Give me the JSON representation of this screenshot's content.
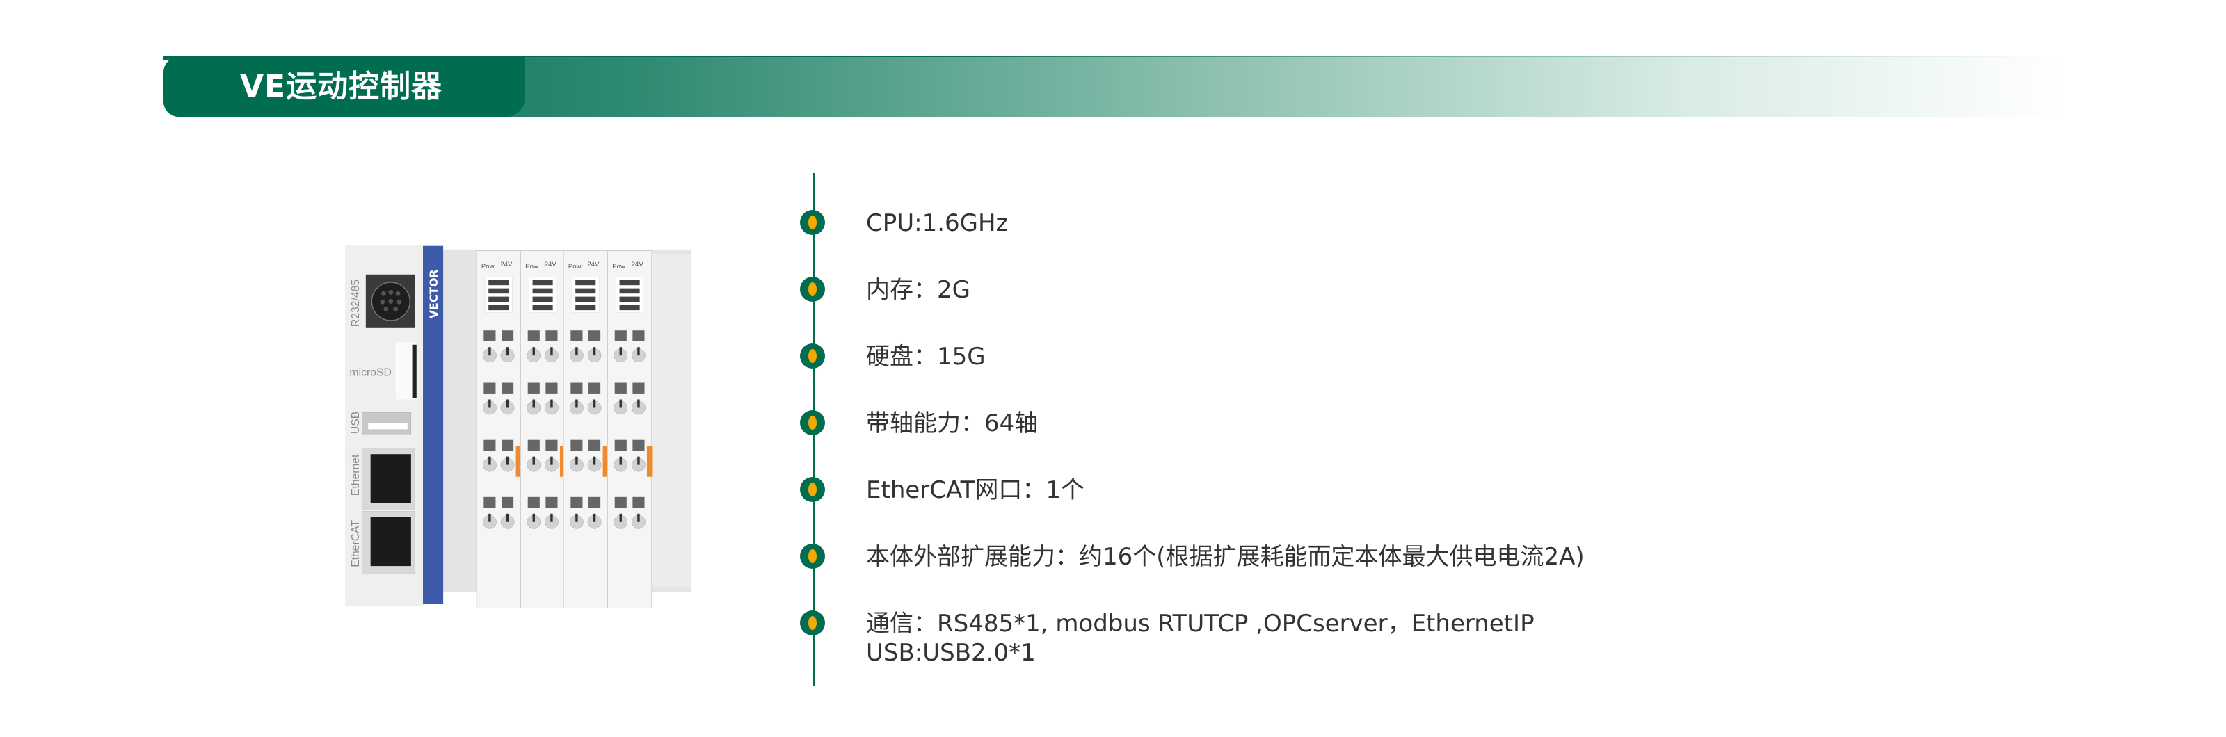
{
  "header": {
    "title": "VE运动控制器"
  },
  "colors": {
    "brand_green": "#006c50",
    "bullet_accent": "#f2a900",
    "device_blue": "#3d5ba8"
  },
  "product": {
    "brand_logo": "VECTOR",
    "port_labels": {
      "serial": "R232/485",
      "sd": "microSD",
      "usb": "USB",
      "ethernet": "Ethernet",
      "ethercat": "EtherCAT"
    },
    "module_labels": {
      "pow": "Pow",
      "volt": "24V"
    }
  },
  "specs": [
    {
      "icon": "bullet-dot-icon",
      "lines": [
        "CPU:1.6GHz"
      ]
    },
    {
      "icon": "bullet-dot-icon",
      "lines": [
        "内存：2G"
      ]
    },
    {
      "icon": "bullet-dot-icon",
      "lines": [
        "硬盘：15G"
      ]
    },
    {
      "icon": "bullet-dot-icon",
      "lines": [
        "带轴能力：64轴"
      ]
    },
    {
      "icon": "bullet-dot-icon",
      "lines": [
        "EtherCAT网口：1个"
      ]
    },
    {
      "icon": "bullet-dot-icon",
      "lines": [
        "本体外部扩展能力：约16个(根据扩展耗能而定本体最大供电电流2A)"
      ]
    },
    {
      "icon": "bullet-dot-icon",
      "lines": [
        "通信：RS485*1, modbus RTUTCP ,OPCserver，EthernetIP",
        "USB:USB2.0*1"
      ]
    }
  ]
}
